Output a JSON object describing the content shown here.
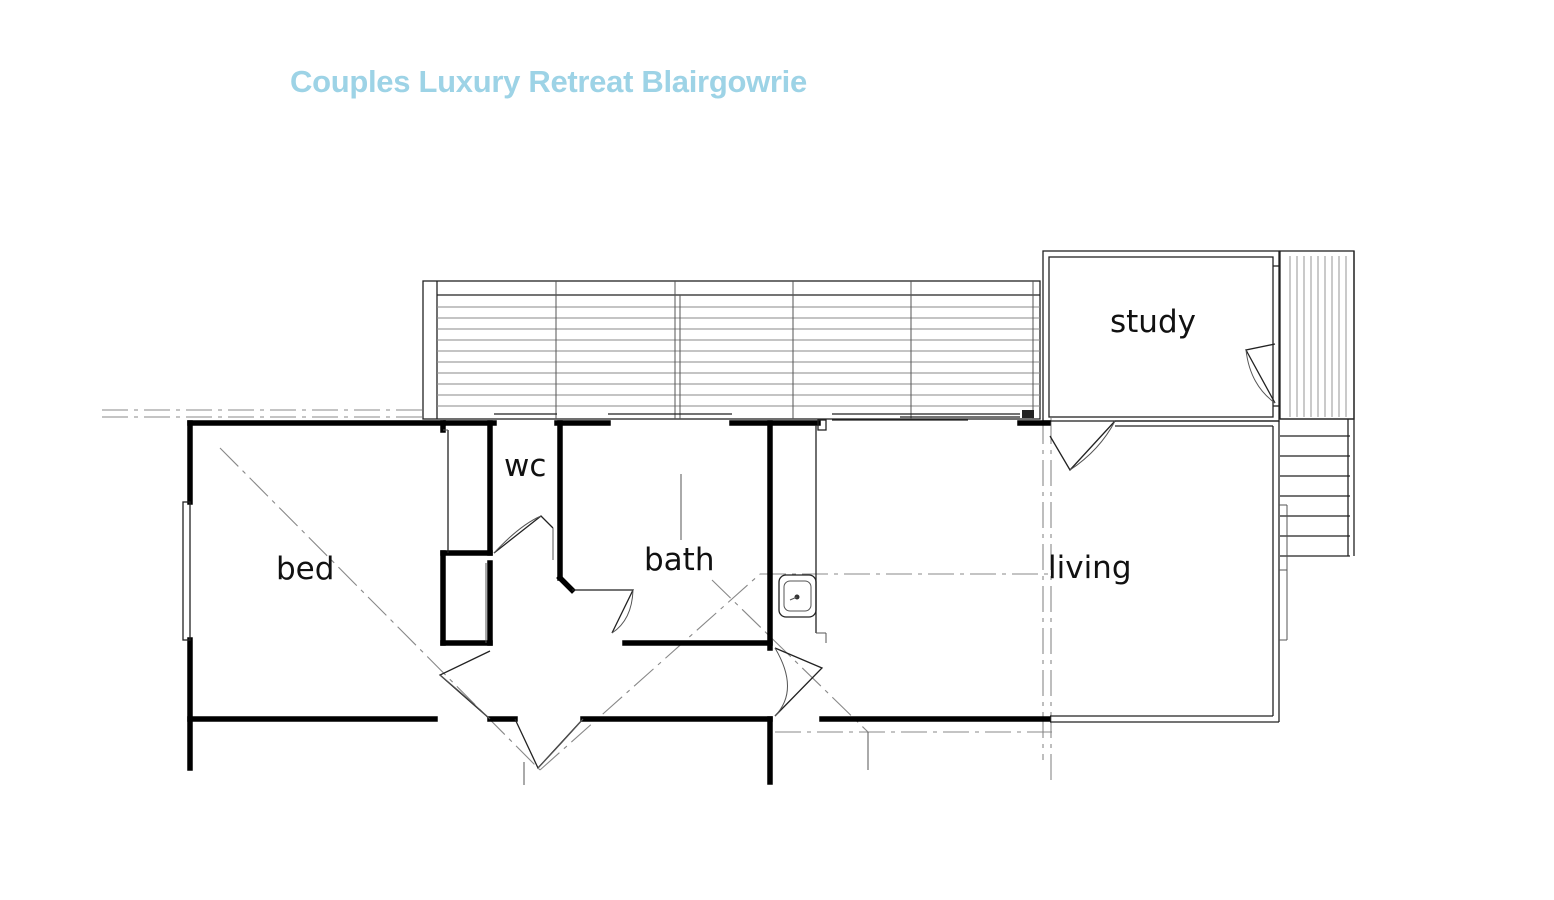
{
  "page": {
    "title": "Couples Luxury Retreat Blairgowrie",
    "title_color": "#9dd3e6"
  },
  "rooms": {
    "bed": "bed",
    "wc": "wc",
    "bath": "bath",
    "living": "living",
    "study": "study"
  },
  "colors": {
    "wall": "#000000",
    "line": "#222222",
    "background": "#ffffff"
  }
}
